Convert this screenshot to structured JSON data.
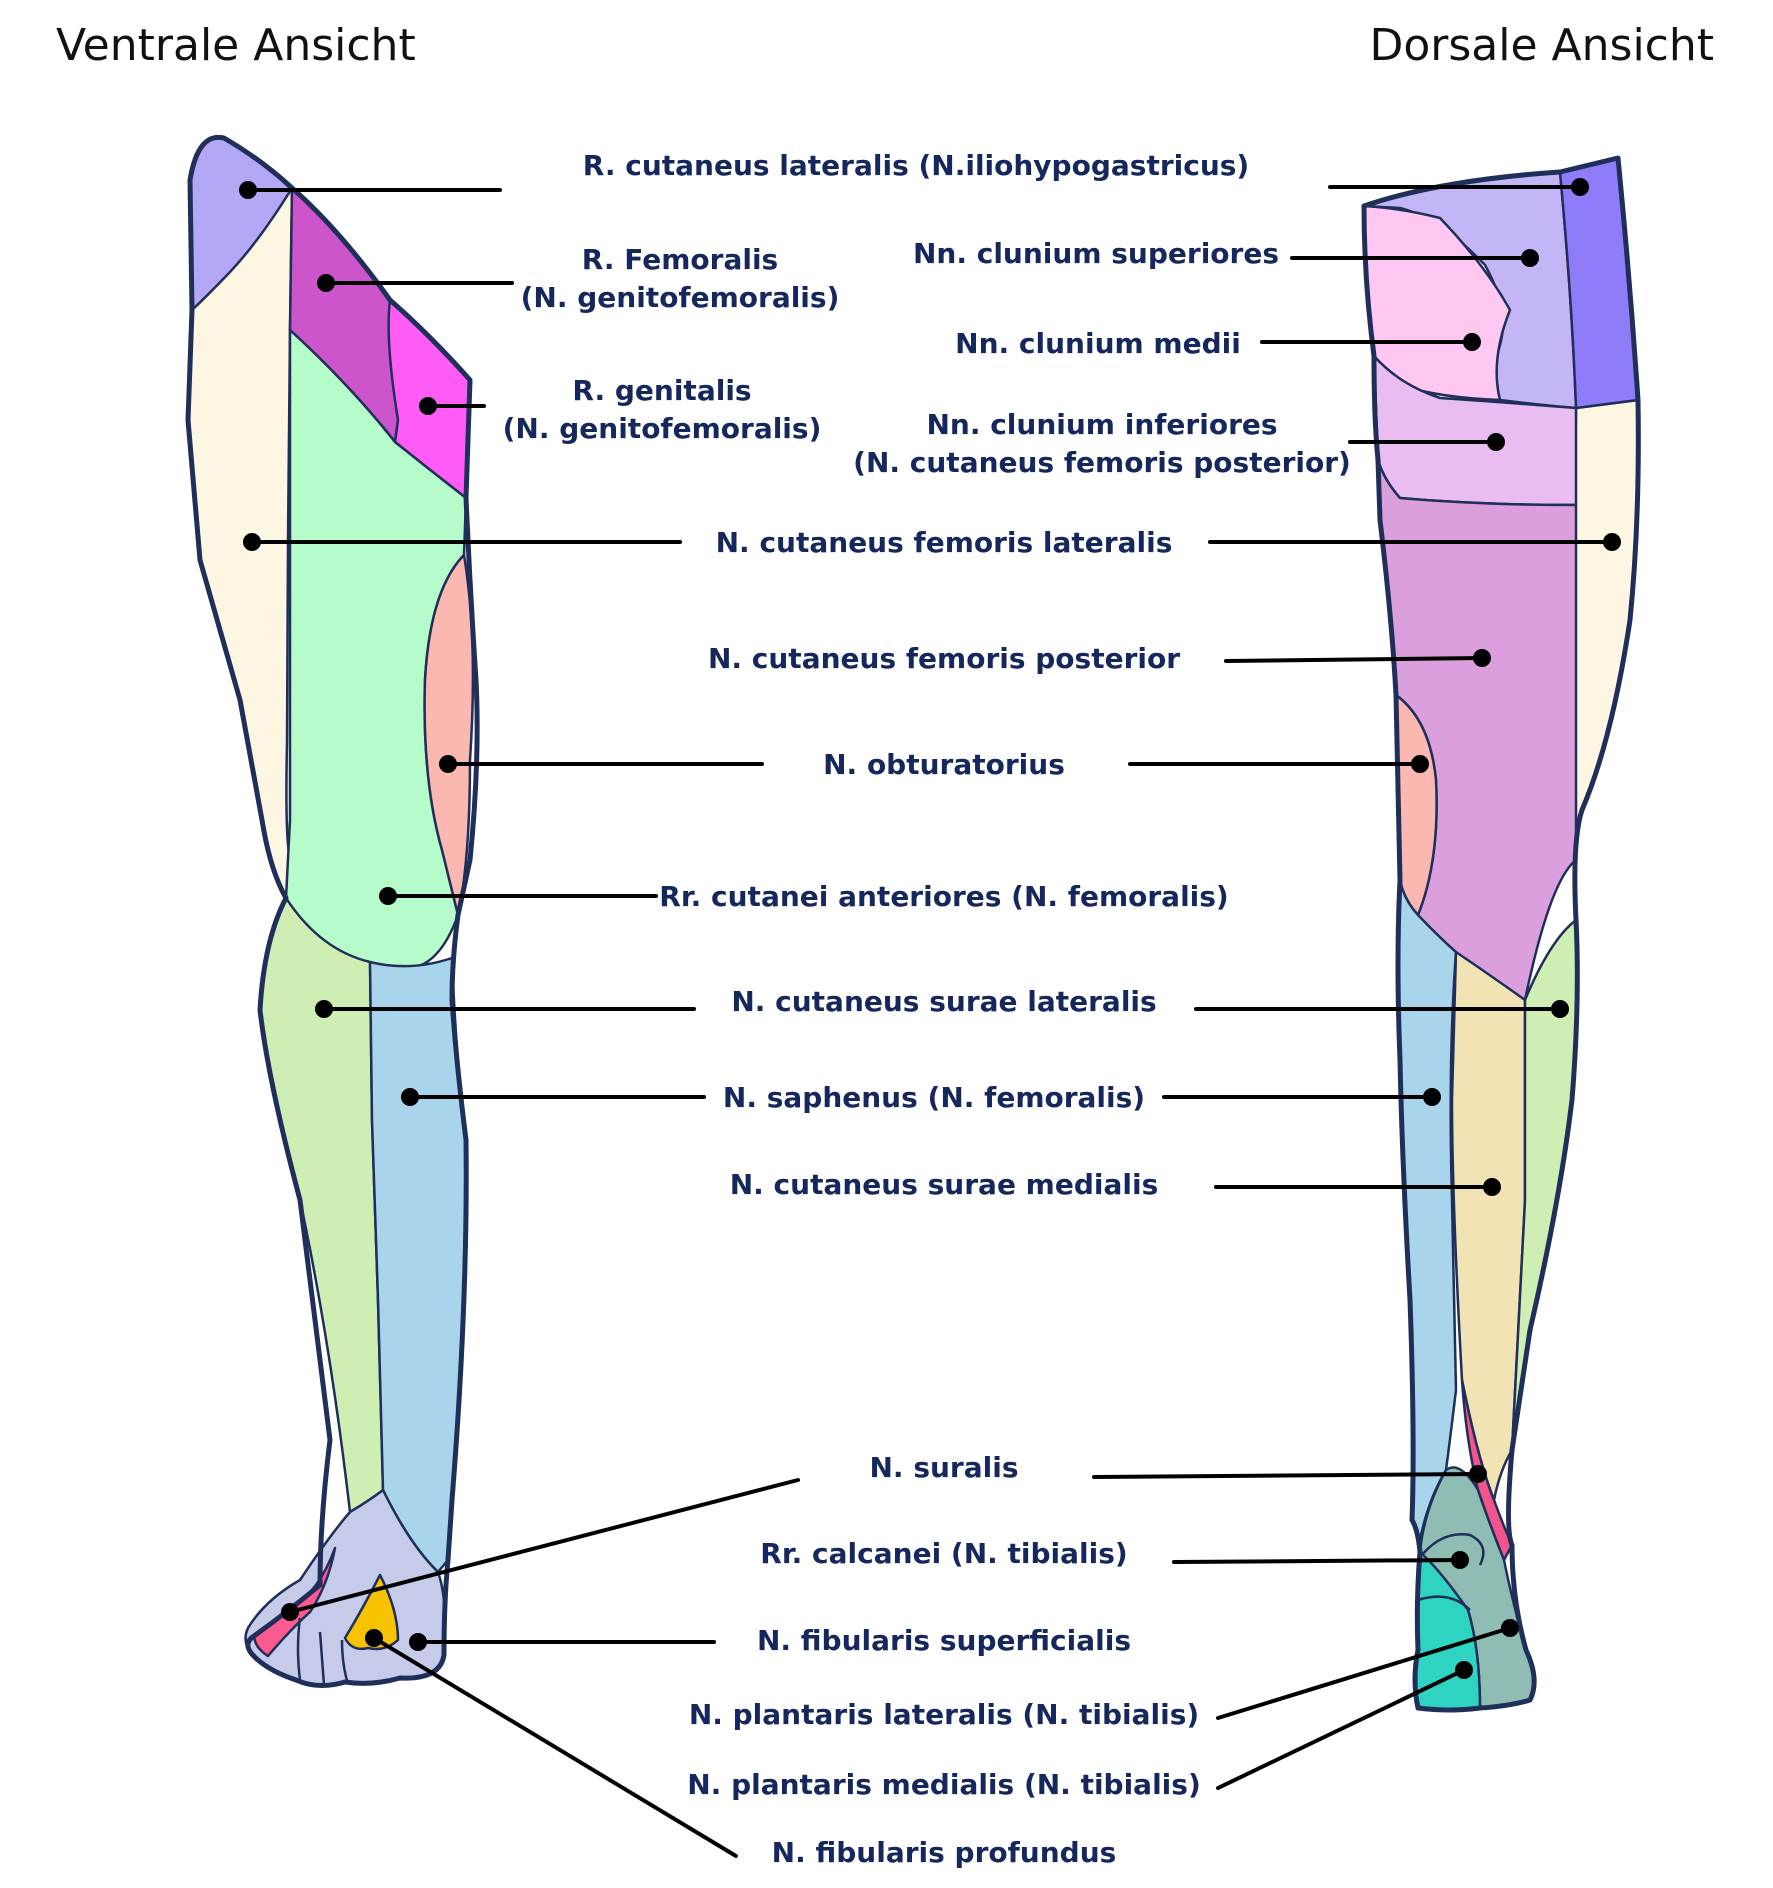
{
  "titles": {
    "ventral": "Ventrale Ansicht",
    "dorsal": "Dorsale Ansicht"
  },
  "labels": {
    "r_cut_lat": "R. cutaneus lateralis (N.iliohypogastricus)",
    "r_femoralis_1": "R. Femoralis",
    "r_femoralis_2": "(N. genitofemoralis)",
    "r_genitalis_1": "R. genitalis",
    "r_genitalis_2": "(N. genitofemoralis)",
    "clun_sup": "Nn. clunium superiores",
    "clun_med": "Nn. clunium medii",
    "clun_inf_1": "Nn. clunium inferiores",
    "clun_inf_2": "(N. cutaneus femoris posterior)",
    "cut_fem_lat": "N. cutaneus femoris lateralis",
    "cut_fem_post": "N. cutaneus femoris posterior",
    "obturatorius": "N. obturatorius",
    "rr_cut_ant": "Rr. cutanei anteriores (N. femoralis)",
    "surae_lat": "N. cutaneus surae lateralis",
    "saphenus": "N. saphenus (N. femoralis)",
    "surae_med": "N. cutaneus surae medialis",
    "suralis": "N. suralis",
    "calcanei": "Rr. calcanei (N. tibialis)",
    "fib_sup": "N. fibularis superficialis",
    "plant_lat": "N. plantaris lateralis (N. tibialis)",
    "plant_med": "N. plantaris medialis (N. tibialis)",
    "fib_prof": "N. fibularis profundus"
  },
  "colors": {
    "outline": "#1f2f5a",
    "label_text": "#15275c",
    "iliohypogastricus": "#b3a8f5",
    "r_femoralis": "#cc55cc",
    "r_genitalis": "#ff5cf5",
    "cut_fem_lat": "#fdf6e3",
    "rr_cut_ant": "#b5fcca",
    "obturatorius": "#fbb8b0",
    "surae_lat": "#cfeeb3",
    "saphenus": "#a8d4ec",
    "fib_sup": "#c5cbe9",
    "fib_prof": "#f7c300",
    "suralis_ventral": "#ff5a90",
    "clun_sup": "#c4b5f7",
    "clun_sup_lateral": "#8e7cf8",
    "clun_med": "#ffc8f3",
    "clun_inf": "#eabdf2",
    "cut_fem_post": "#dc9fde",
    "surae_med": "#f2e3b5",
    "suralis_dorsal": "#f2548c",
    "calcanei": "#8fbdb4",
    "plantaris": "#2ed3c1"
  }
}
